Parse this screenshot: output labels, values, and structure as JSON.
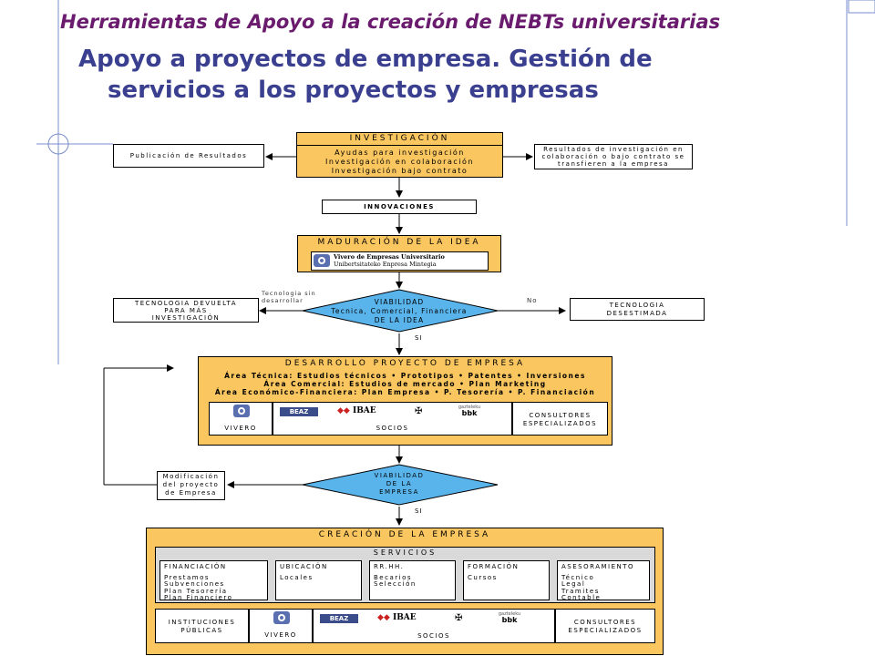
{
  "header": {
    "subtitle": "Herramientas de Apoyo a la creación de NEBTs universitarias",
    "title_line1": "Apoyo a proyectos de empresa. Gestión de",
    "title_line2": "servicios a los proyectos y empresas"
  },
  "colors": {
    "title_purple": "#6a1b6e",
    "title_blue": "#3a3f8f",
    "box_orange": "#f9c660",
    "diamond_blue": "#5ab4ec",
    "deco_blue": "#7a8ccc"
  },
  "flow": {
    "publicacion": "Publicación de Resultados",
    "resultados": [
      "Resultados de investigación en",
      "colaboración o bajo contrato se",
      "transfieren a la empresa"
    ],
    "investigacion_title": "INVESTIGACIÓN",
    "investigacion_items": [
      "Ayudas para investigación",
      "Investigación en colaboración",
      "Investigación bajo contrato"
    ],
    "innovaciones": "INNOVACIONES",
    "maduracion_title": "MADURACIÓN DE LA IDEA",
    "vivero_line1": "Vivero de Empresas Universitario",
    "vivero_line2": "Unibertsitateko Enpresa Mintegia",
    "viabilidad_idea": [
      "VIABILIDAD",
      "Tecnica, Comercial, Financiera",
      "DE LA IDEA"
    ],
    "tecnologia_desarrollar": [
      "Tecnologia sin",
      "desarrollar"
    ],
    "no_label": "No",
    "si_label": "SI",
    "tecnologia_devuelta": [
      "TECNOLOGIA DEVUELTA",
      "PARA MÁS",
      "INVESTIGACIÓN"
    ],
    "tecnologia_desestimada": [
      "TECNOLOGIA",
      "DESESTIMADA"
    ],
    "desarrollo_title": "DESARROLLO PROYECTO DE EMPRESA",
    "desarrollo_items": [
      "Área Técnica: Estudios técnicos • Prototipos • Patentes • Inversiones",
      "Área Comercial: Estudios de mercado • Plan Marketing",
      "Área Económico-Financiera: Plan Empresa • P. Tesorería • P. Financiación"
    ],
    "vivero_label": "VIVERO",
    "socios_label": "SOCIOS",
    "consultores": [
      "CONSULTORES",
      "ESPECIALIZADOS"
    ],
    "logos": {
      "beaz": "BEAZ",
      "ibae": "IBAE",
      "bbk_top": "gazteleku",
      "bbk": "bbk"
    },
    "modificacion": [
      "Modificación",
      "del proyecto",
      "de Empresa"
    ],
    "viabilidad_empresa": [
      "VIABILIDAD",
      "DE LA",
      "EMPRESA"
    ],
    "creacion_title": "CREACIÓN DE LA EMPRESA",
    "servicios_title": "SERVICIOS",
    "servicios": [
      {
        "title": "FINANCIACIÓN",
        "items": [
          "Prestamos",
          "Subvenciones",
          "Plan Tesorería",
          "Plan Financiero"
        ]
      },
      {
        "title": "UBICACIÓN",
        "items": [
          "Locales"
        ]
      },
      {
        "title": "RR.HH.",
        "items": [
          "Becarios",
          "Selección"
        ]
      },
      {
        "title": "FORMACIÓN",
        "items": [
          "Cursos"
        ]
      },
      {
        "title": "ASESORAMIENTO",
        "items": [
          "Técnico",
          "Legal",
          "Tramites",
          "Contable"
        ]
      }
    ],
    "instituciones": [
      "INSTITUCIONES",
      "PÚBLICAS"
    ]
  }
}
